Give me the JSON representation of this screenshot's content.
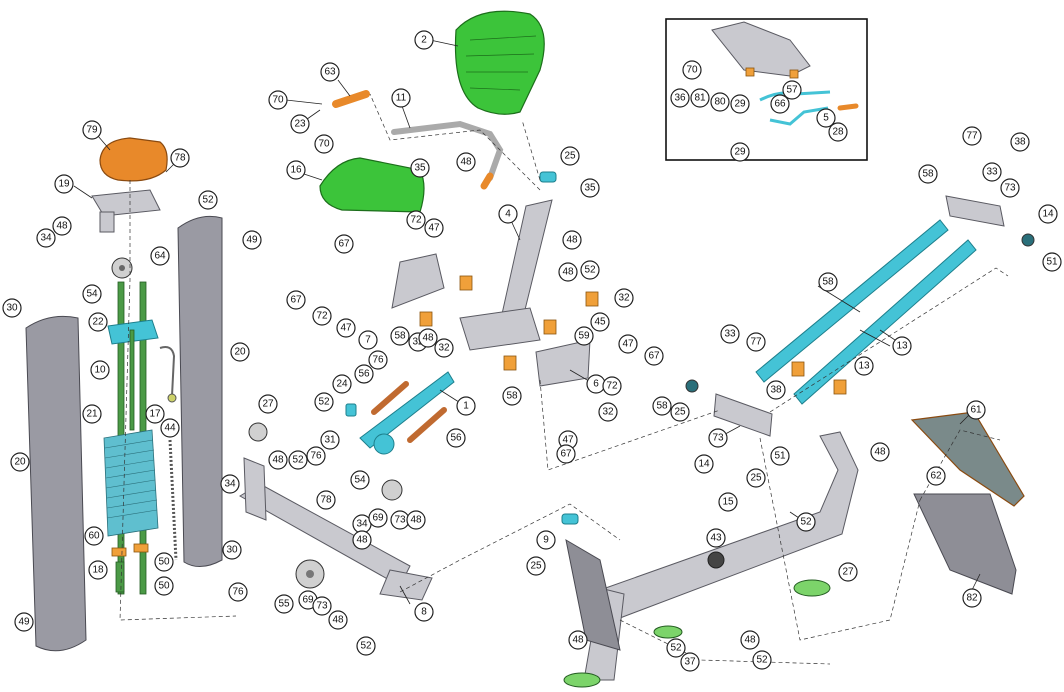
{
  "diagram": {
    "type": "exploded-parts-diagram",
    "colors": {
      "frame_metal": "#c9c9cf",
      "tube_cyan": "#44c3d6",
      "pad_green": "#3cc43a",
      "pad_orange": "#e8892a",
      "bushing_orange": "#f0a03a",
      "guide_rod_green": "#4b9a46",
      "shroud_gray": "#9a9aa3"
    },
    "callouts": [
      "2",
      "63",
      "70",
      "23",
      "70",
      "11",
      "35",
      "48",
      "79",
      "78",
      "19",
      "52",
      "16",
      "34",
      "48",
      "64",
      "49",
      "54",
      "30",
      "22",
      "20",
      "10",
      "17",
      "21",
      "44",
      "60",
      "50",
      "18",
      "50",
      "20",
      "49",
      "25",
      "35",
      "4",
      "72",
      "47",
      "67",
      "48",
      "48",
      "52",
      "32",
      "67",
      "72",
      "47",
      "7",
      "58",
      "32",
      "45",
      "59",
      "58",
      "48",
      "32",
      "76",
      "56",
      "24",
      "1",
      "56",
      "52",
      "31",
      "76",
      "54",
      "27",
      "48",
      "52",
      "34",
      "78",
      "30",
      "34",
      "69",
      "73",
      "48",
      "48",
      "76",
      "55",
      "69",
      "73",
      "48",
      "52",
      "8",
      "6",
      "47",
      "67",
      "72",
      "47",
      "67",
      "32",
      "58",
      "25",
      "73",
      "14",
      "33",
      "77",
      "38",
      "58",
      "13",
      "13",
      "58",
      "77",
      "38",
      "33",
      "73",
      "14",
      "51",
      "25",
      "51",
      "48",
      "52",
      "15",
      "43",
      "27",
      "61",
      "62",
      "82",
      "9",
      "25",
      "48",
      "52",
      "48",
      "37",
      "52",
      "70",
      "36",
      "81",
      "80",
      "29",
      "57",
      "66",
      "5",
      "28",
      "29"
    ]
  }
}
